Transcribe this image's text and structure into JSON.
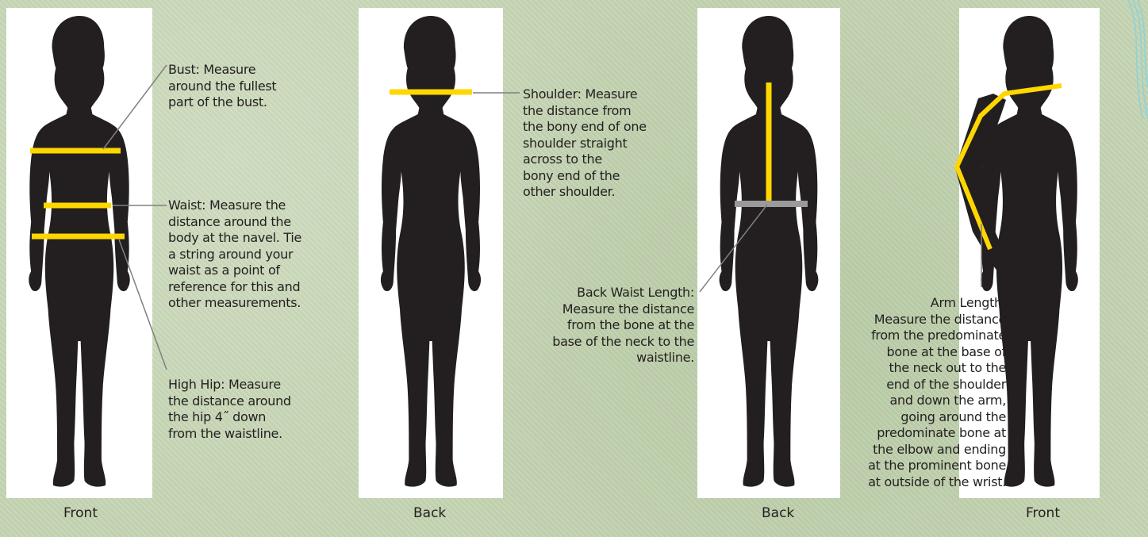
{
  "figures": [
    {
      "caption": "Front",
      "labels": {
        "bust": "Bust: Measure\naround the fullest\npart of the bust.",
        "waist": "Waist: Measure the\ndistance around the\nbody at the navel. Tie\na string around your\nwaist as a point of\nreference for this and\nother measurements.",
        "high_hip": "High Hip: Measure\nthe distance around\nthe hip 4˝ down\nfrom the waistline."
      }
    },
    {
      "caption": "Back",
      "labels": {
        "shoulder": "Shoulder: Measure\nthe distance from\nthe bony end of one\nshoulder straight\nacross to the\nbony end of the\nother shoulder."
      }
    },
    {
      "caption": "Back",
      "labels": {
        "back_waist_length": "Back Waist Length:\nMeasure the distance\nfrom the bone at the\nbase of the neck to the\nwaistline."
      }
    },
    {
      "caption": "Front",
      "labels": {
        "arm_length": "Arm Length:\nMeasure the distance\nfrom the predominate\nbone at the base of\nthe neck out to the\nend of the shoulder\nand down the arm,\ngoing around the\npredominate bone at\nthe elbow and ending\nat the prominent bone\nat outside of the wrist."
      }
    }
  ],
  "colors": {
    "background": "#c6d6b4",
    "silhouette": "#231f20",
    "measure_line": "#ffd700",
    "waist_band": "#9a9a9a",
    "leader_line": "#808080"
  }
}
